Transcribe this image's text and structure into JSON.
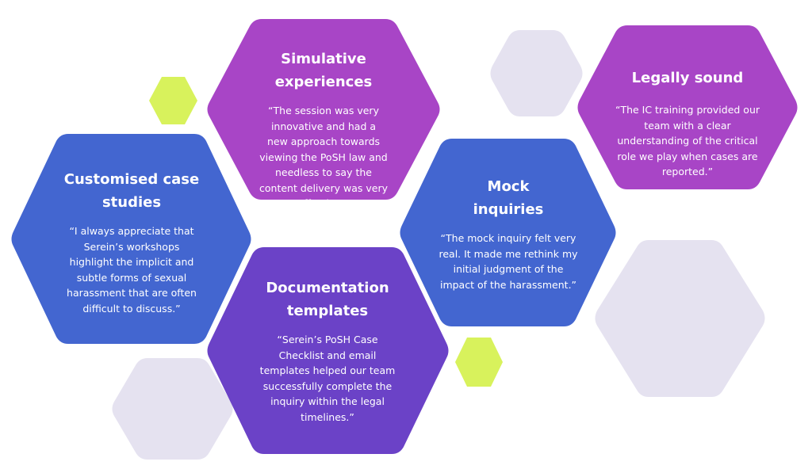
{
  "colors": {
    "purple": "#a845c6",
    "blue": "#4366d0",
    "indigo": "#6b42c7",
    "lavender": "#e5e2f0",
    "lime": "#d8f25c"
  },
  "cards": {
    "simulative": {
      "title_line1": "Simulative",
      "title_line2": "experiences",
      "quote_lines": [
        "“The session was very",
        "innovative and had a",
        "new approach towards",
        "viewing the PoSH law and",
        "needless to say the",
        "content delivery was very",
        "effective.”"
      ]
    },
    "legal": {
      "title_line1": "Legally sound",
      "quote_lines": [
        "“The IC training provided our",
        "team with a clear",
        "understanding of the critical",
        "role we play when cases are",
        "reported.”"
      ]
    },
    "custom": {
      "title_line1": "Customised case",
      "title_line2": "studies",
      "quote_lines": [
        "“I always appreciate that",
        "Serein’s workshops",
        "highlight the implicit and",
        "subtle forms of sexual",
        "harassment that are often",
        "difficult to discuss.”"
      ]
    },
    "mock": {
      "title_line1": "Mock",
      "title_line2": "inquiries",
      "quote_lines": [
        "“The mock inquiry felt very",
        "real. It made me rethink my",
        "initial judgment of the",
        "impact of the harassment.”"
      ]
    },
    "docs": {
      "title_line1": "Documentation",
      "title_line2": "templates",
      "quote_lines": [
        "“Serein’s PoSH Case",
        "Checklist and email",
        "templates helped our team",
        "successfully complete the",
        "inquiry within the legal",
        "timelines.”"
      ]
    }
  }
}
